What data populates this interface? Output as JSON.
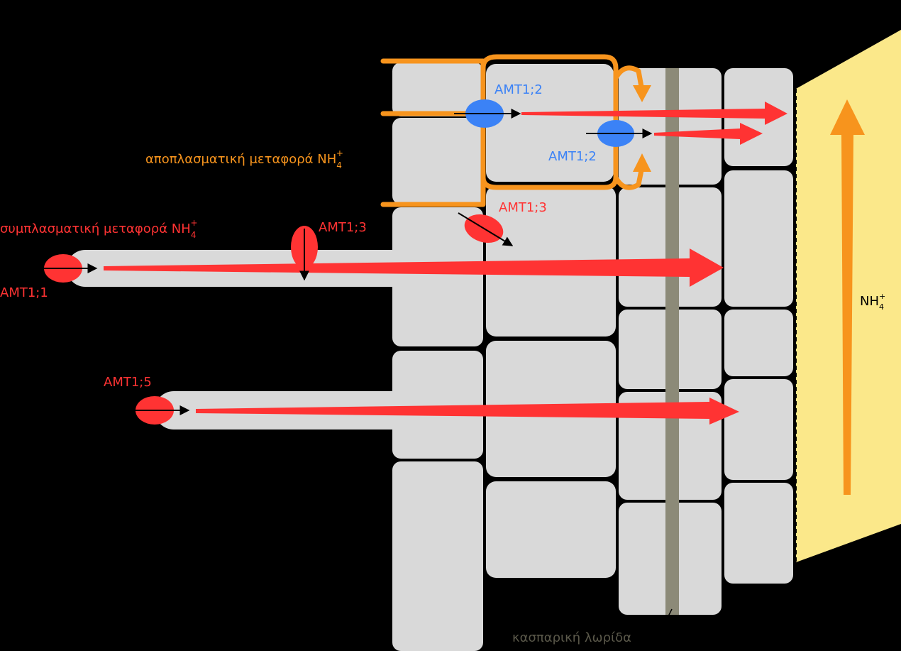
{
  "labels": {
    "apoplastic_main": "αποπλασματική μεταφορά NH",
    "symplastic_main": "συμπλασματική μεταφορά NH",
    "ion_sub": "4",
    "ion_sup": "+",
    "amt12_top": "AMT1;2",
    "amt12_bottom": "AMT1;2",
    "amt13_cortex": "AMT1;3",
    "amt13_hair": "AMT1;3",
    "amt11": "AMT1;1",
    "amt15": "AMT1;5",
    "casparian": "κασπαρική λωρίδα",
    "xylem_ion": "NH"
  },
  "colors": {
    "background": "#000000",
    "cell": "#d9d9d9",
    "apoplastic": "#f7941d",
    "symplastic": "#ff3333",
    "amt12": "#3b82f6",
    "casparian": "#8c8a78",
    "xylem": "#fbe88a"
  }
}
